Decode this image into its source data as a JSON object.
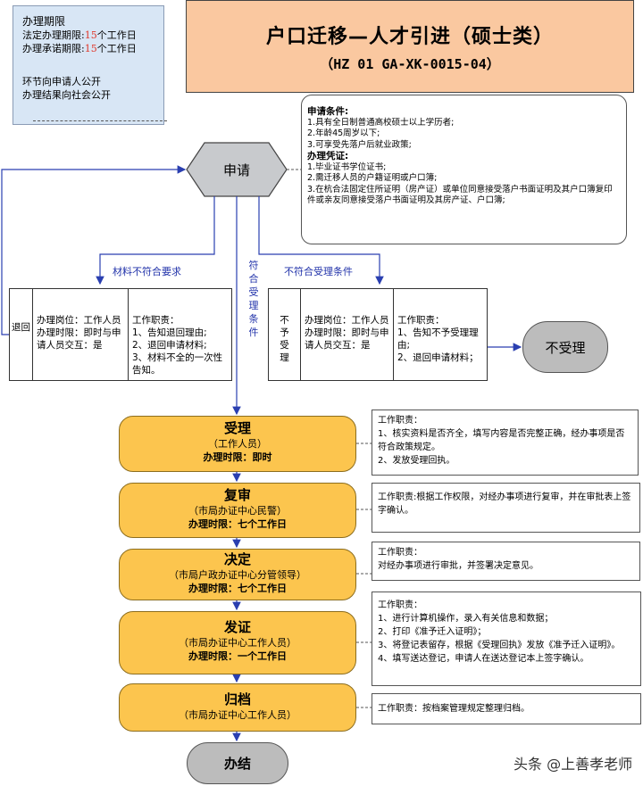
{
  "info": {
    "title": "办理期限",
    "legal_label": "法定办理期限:",
    "legal_num": "15",
    "legal_unit": "个工作日",
    "promise_label": "办理承诺期限:",
    "promise_num": "15",
    "promise_unit": "个工作日",
    "public1": "环节向申请人公开",
    "public2": "办理结果向社会公开"
  },
  "header": {
    "title": "户口迁移—人才引进（硕士类）",
    "code": "（HZ 01 GA-XK-0015-04）"
  },
  "conditions": {
    "req_title": "申请条件:",
    "req": [
      "1.具有全日制普通高校硕士以上学历者;",
      "2.年龄45周岁以下;",
      "3.可享受先落户后就业政策;"
    ],
    "doc_title": "办理凭证:",
    "docs": [
      "1.毕业证书学位证书;",
      "2.需迁移人员的户籍证明或户口簿;",
      "3.在杭合法固定住所证明（房产证）或单位同意接受落户书面证明及其户口簿复印件或亲友同意接受落户书面证明及其房产证、户口簿;"
    ]
  },
  "apply": "申请",
  "labels": {
    "reject": "材料不符合要求",
    "accept": "符合受理条件",
    "not_accept": "不符合受理条件"
  },
  "return_box": {
    "vertical": "退回",
    "post": "办理岗位：工作人员",
    "limit": "办理时限：即时与申请人员交互：是",
    "duty_title": "工作职责：",
    "duties": [
      "1、告知退回理由;",
      "2、退回申请材料;",
      "3、材料不全的一次性告知。"
    ]
  },
  "not_box": {
    "vertical": "不予受理",
    "post": "办理岗位：工作人员",
    "limit": "办理时限：即时与申请人员交互：是",
    "duty_title": "工作职责：",
    "duties": [
      "1、告知不予受理理由;",
      "2、退回申请材料；"
    ]
  },
  "not_accepted": "不受理",
  "steps": [
    {
      "name": "受理",
      "who": "（工作人员）",
      "time": "办理时限：即时"
    },
    {
      "name": "复审",
      "who": "（市局办证中心民警）",
      "time": "办理时限：七个工作日"
    },
    {
      "name": "决定",
      "who": "（市局户政办证中心分管领导）",
      "time": "办理时限：七个工作日"
    },
    {
      "name": "发证",
      "who": "（市局办证中心工作人员）",
      "time": "办理时限：一个工作日"
    },
    {
      "name": "归档",
      "who": "（市局办证中心工作人员）",
      "time": ""
    }
  ],
  "duties": [
    [
      "工作职责：",
      "1、核实资料是否齐全，填写内容是否完整正确，经办事项是否符合政策规定。",
      "2、发放受理回执。"
    ],
    [
      "工作职责:根据工作权限，对经办事项进行复审，并在审批表上签字确认。"
    ],
    [
      "工作职责：",
      "对经办事项进行审批，并签署决定意见。"
    ],
    [
      "工作职责：",
      "1、进行计算机操作，录入有关信息和数据；",
      "2、打印《准予迁入证明》；",
      "3、将登记表留存，根据《受理回执》发放《准予迁入证明》。",
      "4、填写送达登记，申请人在送达登记本上签字确认。"
    ],
    [
      "工作职责：按档案管理规定整理归档。"
    ]
  ],
  "end": "办结",
  "watermark": "头条 @上善孝老师"
}
